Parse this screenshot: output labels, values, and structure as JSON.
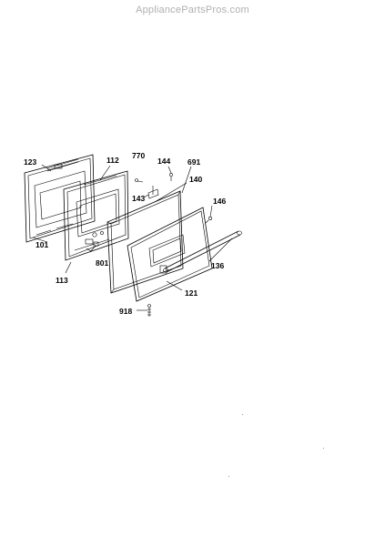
{
  "watermark": "AppliancePartsPros.com",
  "callouts": {
    "p123": "123",
    "p112": "112",
    "p770": "770",
    "p144": "144",
    "p691": "691",
    "p140": "140",
    "p143": "143",
    "p146": "146",
    "p101": "101",
    "p801": "801",
    "p136": "136",
    "p113": "113",
    "p121": "121",
    "p918": "918"
  }
}
